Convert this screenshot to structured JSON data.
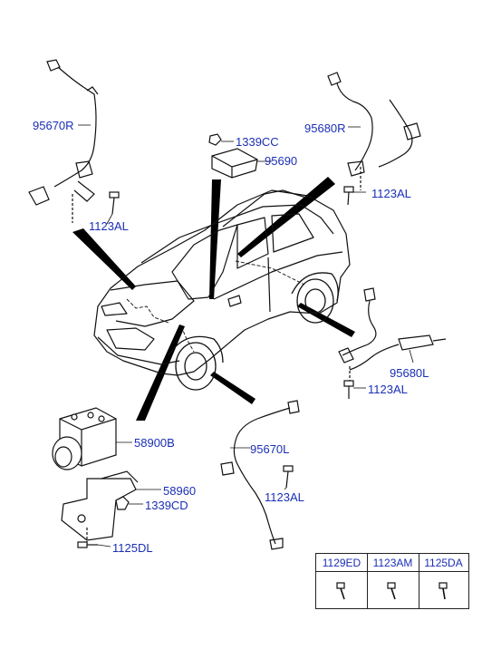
{
  "diagram": {
    "callouts": {
      "abs_module": "58900B",
      "bracket": "58960",
      "nut_module": "1339CD",
      "bolt_bracket": "1125DL",
      "front_sensor_left": "95670L",
      "front_sensor_right": "95670R",
      "rear_sensor_right": "95680R",
      "rear_sensor_left": "95680L",
      "bolt_front_right": "1123AL",
      "bolt_rear_right": "1123AL",
      "bolt_rear_left": "1123AL",
      "bolt_front_left": "1123AL",
      "nut_unit": "1339CC",
      "control_unit": "95690"
    },
    "fastener_table": {
      "headers": [
        "1129ED",
        "1123AM",
        "1125DA"
      ]
    }
  }
}
